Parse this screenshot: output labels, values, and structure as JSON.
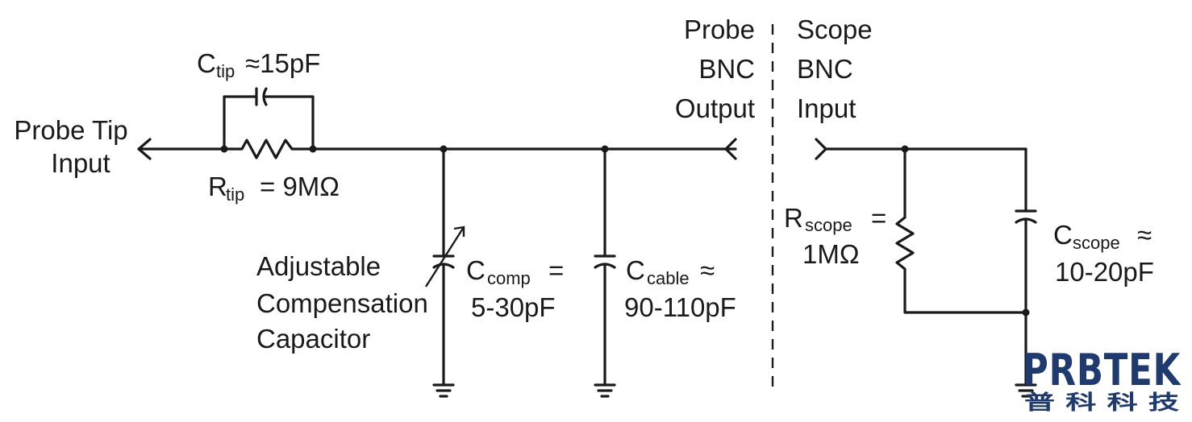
{
  "labels": {
    "probe_tip_input_line1": "Probe Tip",
    "probe_tip_input_line2": "Input",
    "ctip_main": "C",
    "ctip_sub": "tip",
    "ctip_value": "≈15pF",
    "rtip_main": "R",
    "rtip_sub": "tip",
    "rtip_value": "= 9MΩ",
    "adjustable_line1": "Adjustable",
    "adjustable_line2": "Compensation",
    "adjustable_line3": "Capacitor",
    "ccomp_main": "C",
    "ccomp_sub": "comp",
    "ccomp_eq": "=",
    "ccomp_value": "5-30pF",
    "ccable_main": "C",
    "ccable_sub": "cable",
    "ccable_eq": "≈",
    "ccable_value": "90-110pF",
    "probe_bnc_output_line1": "Probe",
    "probe_bnc_output_line2": "BNC",
    "probe_bnc_output_line3": "Output",
    "scope_bnc_input_line1": "Scope",
    "scope_bnc_input_line2": "BNC",
    "scope_bnc_input_line3": "Input",
    "rscope_main": "R",
    "rscope_sub": "scope",
    "rscope_eq": "=",
    "rscope_value": "1MΩ",
    "cscope_main": "C",
    "cscope_sub": "scope",
    "cscope_eq": "≈",
    "cscope_value": "10-20pF"
  },
  "watermark": {
    "brand": "PRBTEK",
    "chinese": "普  科  科  技"
  },
  "colors": {
    "ink": "#1a1a1a",
    "logo": "#1f3a6e"
  }
}
